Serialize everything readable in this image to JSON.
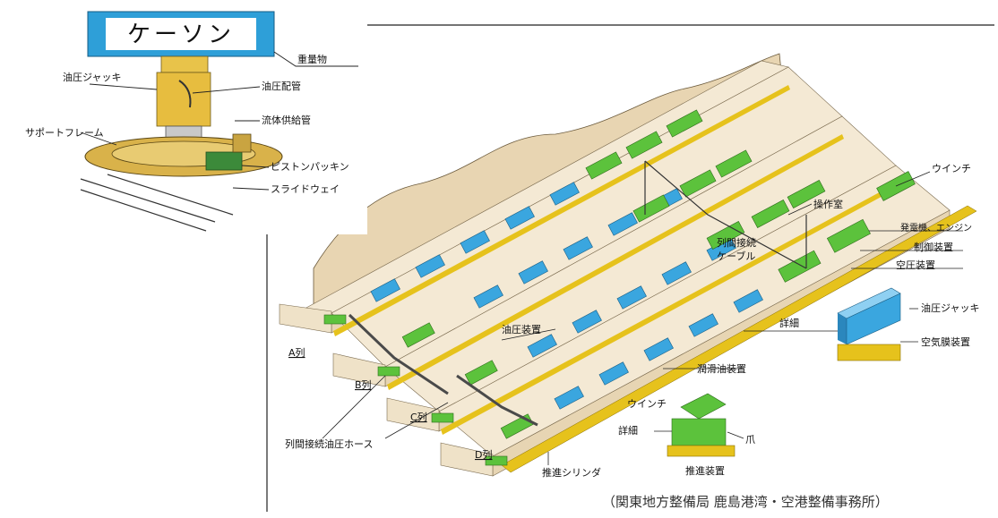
{
  "inset": {
    "caisson_label": "ケーソン",
    "labels": {
      "heavy_object": "重量物",
      "oil_jack": "油圧ジャッキ",
      "oil_pipe": "油圧配管",
      "fluid_pipe": "流体供給管",
      "support_frame": "サポートフレーム",
      "piston_packing": "ピストンパッキン",
      "slide_way": "スライドウェイ"
    }
  },
  "main": {
    "labels": {
      "winch_top": "ウインチ",
      "operation_room": "操作室",
      "generator": "発電機、エンジン",
      "control": "制御装置",
      "compressor": "空圧装置",
      "cable_1": "列間接続",
      "cable_2": "ケーブル",
      "hydraulic_unit": "油圧装置",
      "detail_1": "詳細",
      "oil_jack": "油圧ジャッキ",
      "air_film": "空気膜装置",
      "lubrication": "潤滑油装置",
      "winch_bottom": "ウインチ",
      "detail_2": "詳細",
      "claw": "爪",
      "propulsion_cyl": "推進シリンダ",
      "propulsion_unit": "推進装置",
      "hose": "列間接続油圧ホース",
      "row_a": "A列",
      "row_b": "B列",
      "row_c": "C列",
      "row_d": "D列"
    },
    "credit": "（関東地方整備局 鹿島港湾・空港整備事務所）"
  },
  "colors": {
    "jack_blue": "#3aa6df",
    "device_green": "#5cc23c",
    "rail_yellow": "#e6c21c",
    "beam_top": "#f4e9d4",
    "beam_side": "#e7d5b3",
    "ground": "#e8d5b2"
  }
}
